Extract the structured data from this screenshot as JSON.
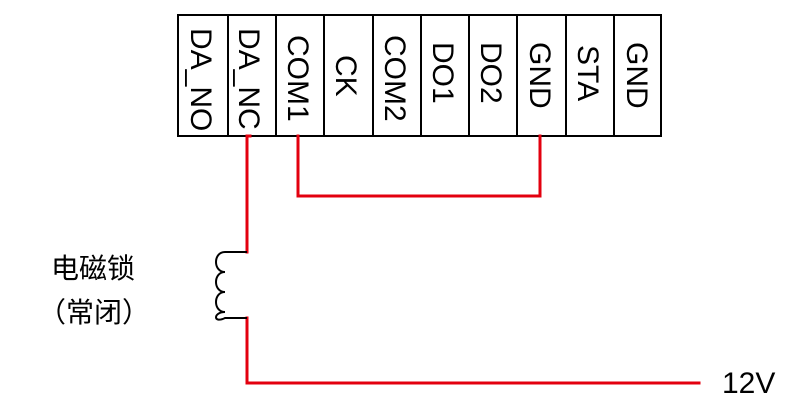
{
  "terminal_block": {
    "terminals": [
      {
        "label": "DA_NO"
      },
      {
        "label": "DA_NC"
      },
      {
        "label": "COM1"
      },
      {
        "label": "CK"
      },
      {
        "label": "COM2"
      },
      {
        "label": "DO1"
      },
      {
        "label": "DO2"
      },
      {
        "label": "GND"
      },
      {
        "label": "STA"
      },
      {
        "label": "GND"
      }
    ]
  },
  "lock": {
    "name": "电磁锁",
    "type": "（常闭）"
  },
  "supply": {
    "voltage": "12V"
  },
  "colors": {
    "wire": "#e3000f",
    "outline": "#000000"
  }
}
